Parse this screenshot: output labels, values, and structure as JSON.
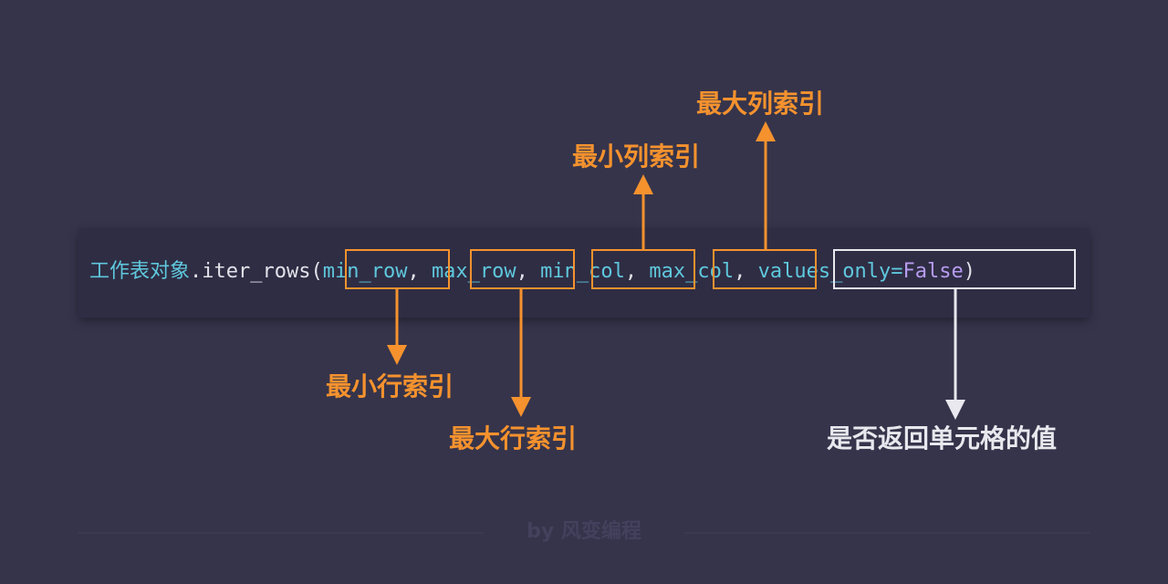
{
  "code": {
    "object": "工作表对象",
    "method": ".iter_rows(",
    "params": [
      "min_row",
      "max_row",
      "min_col",
      "max_col"
    ],
    "last_param": "values_only",
    "equals": "=",
    "false_value": "False",
    "comma": ",",
    "close_paren": ")"
  },
  "annotations": {
    "min_row": "最小行索引",
    "max_row": "最大行索引",
    "min_col": "最小列索引",
    "max_col": "最大列索引",
    "values_only": "是否返回单元格的值"
  },
  "footer": {
    "text": "by 风变编程"
  },
  "colors": {
    "background": "#36344b",
    "code_background": "#2f2d44",
    "accent_orange": "#f5922e",
    "code_cyan": "#5fc8dc",
    "code_purple": "#b79cf0",
    "white": "#e8e8ee"
  }
}
